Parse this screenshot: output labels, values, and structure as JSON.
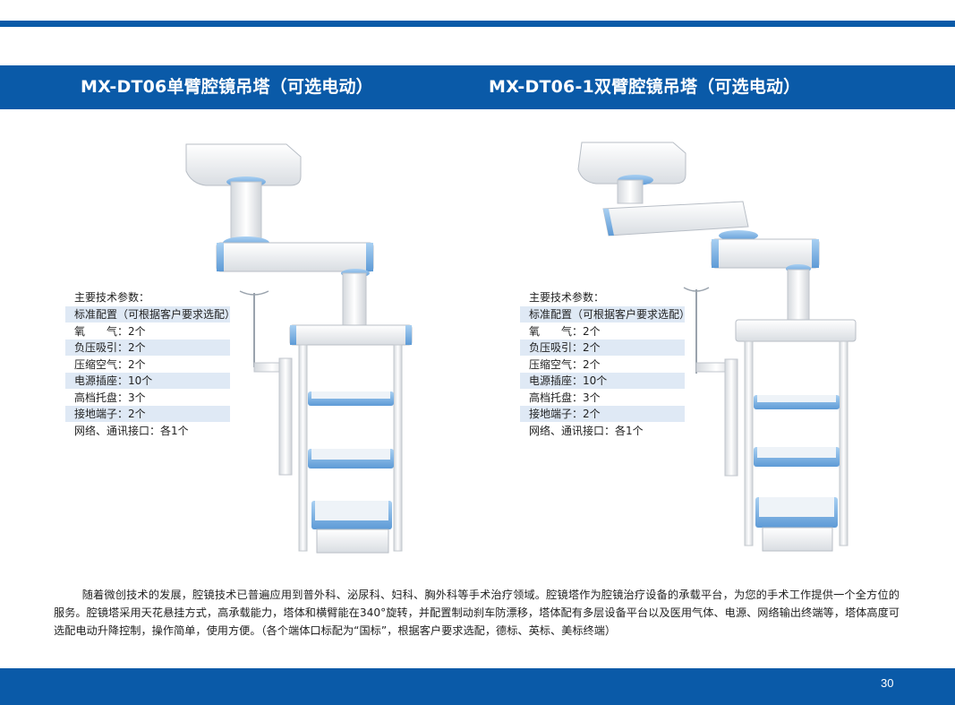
{
  "products": [
    {
      "title": "MX-DT06单臂腔镜吊塔（可选电动）"
    },
    {
      "title": "MX-DT06-1双臂腔镜吊塔（可选电动）"
    }
  ],
  "specs": {
    "heading": "主要技术参数：",
    "rows": [
      "标准配置（可根据客户要求选配）",
      "氧　　气：2个",
      "负压吸引：2个",
      "压缩空气：2个",
      "电源插座：10个",
      "高档托盘：3个",
      "接地端子：2个",
      "网络、通讯接口：各1个"
    ]
  },
  "description": "随着微创技术的发展，腔镜技术已普遍应用到普外科、泌尿科、妇科、胸外科等手术治疗领域。腔镜塔作为腔镜治疗设备的承载平台，为您的手术工作提供一个全方位的服务。腔镜塔采用天花悬挂方式，高承载能力，塔体和横臂能在340°旋转，并配置制动刹车防漂移，塔体配有多层设备平台以及医用气体、电源、网络输出终端等，塔体高度可选配电动升降控制，操作简单，使用方便。（各个端体口标配为“国标”，根据客户要求选配，德标、英标、美标终端）",
  "page_number": "30",
  "colors": {
    "brand_blue": "#0a5aa8",
    "row_shade": "#dfe9f5",
    "accent_blue": "#7ab3e6"
  }
}
